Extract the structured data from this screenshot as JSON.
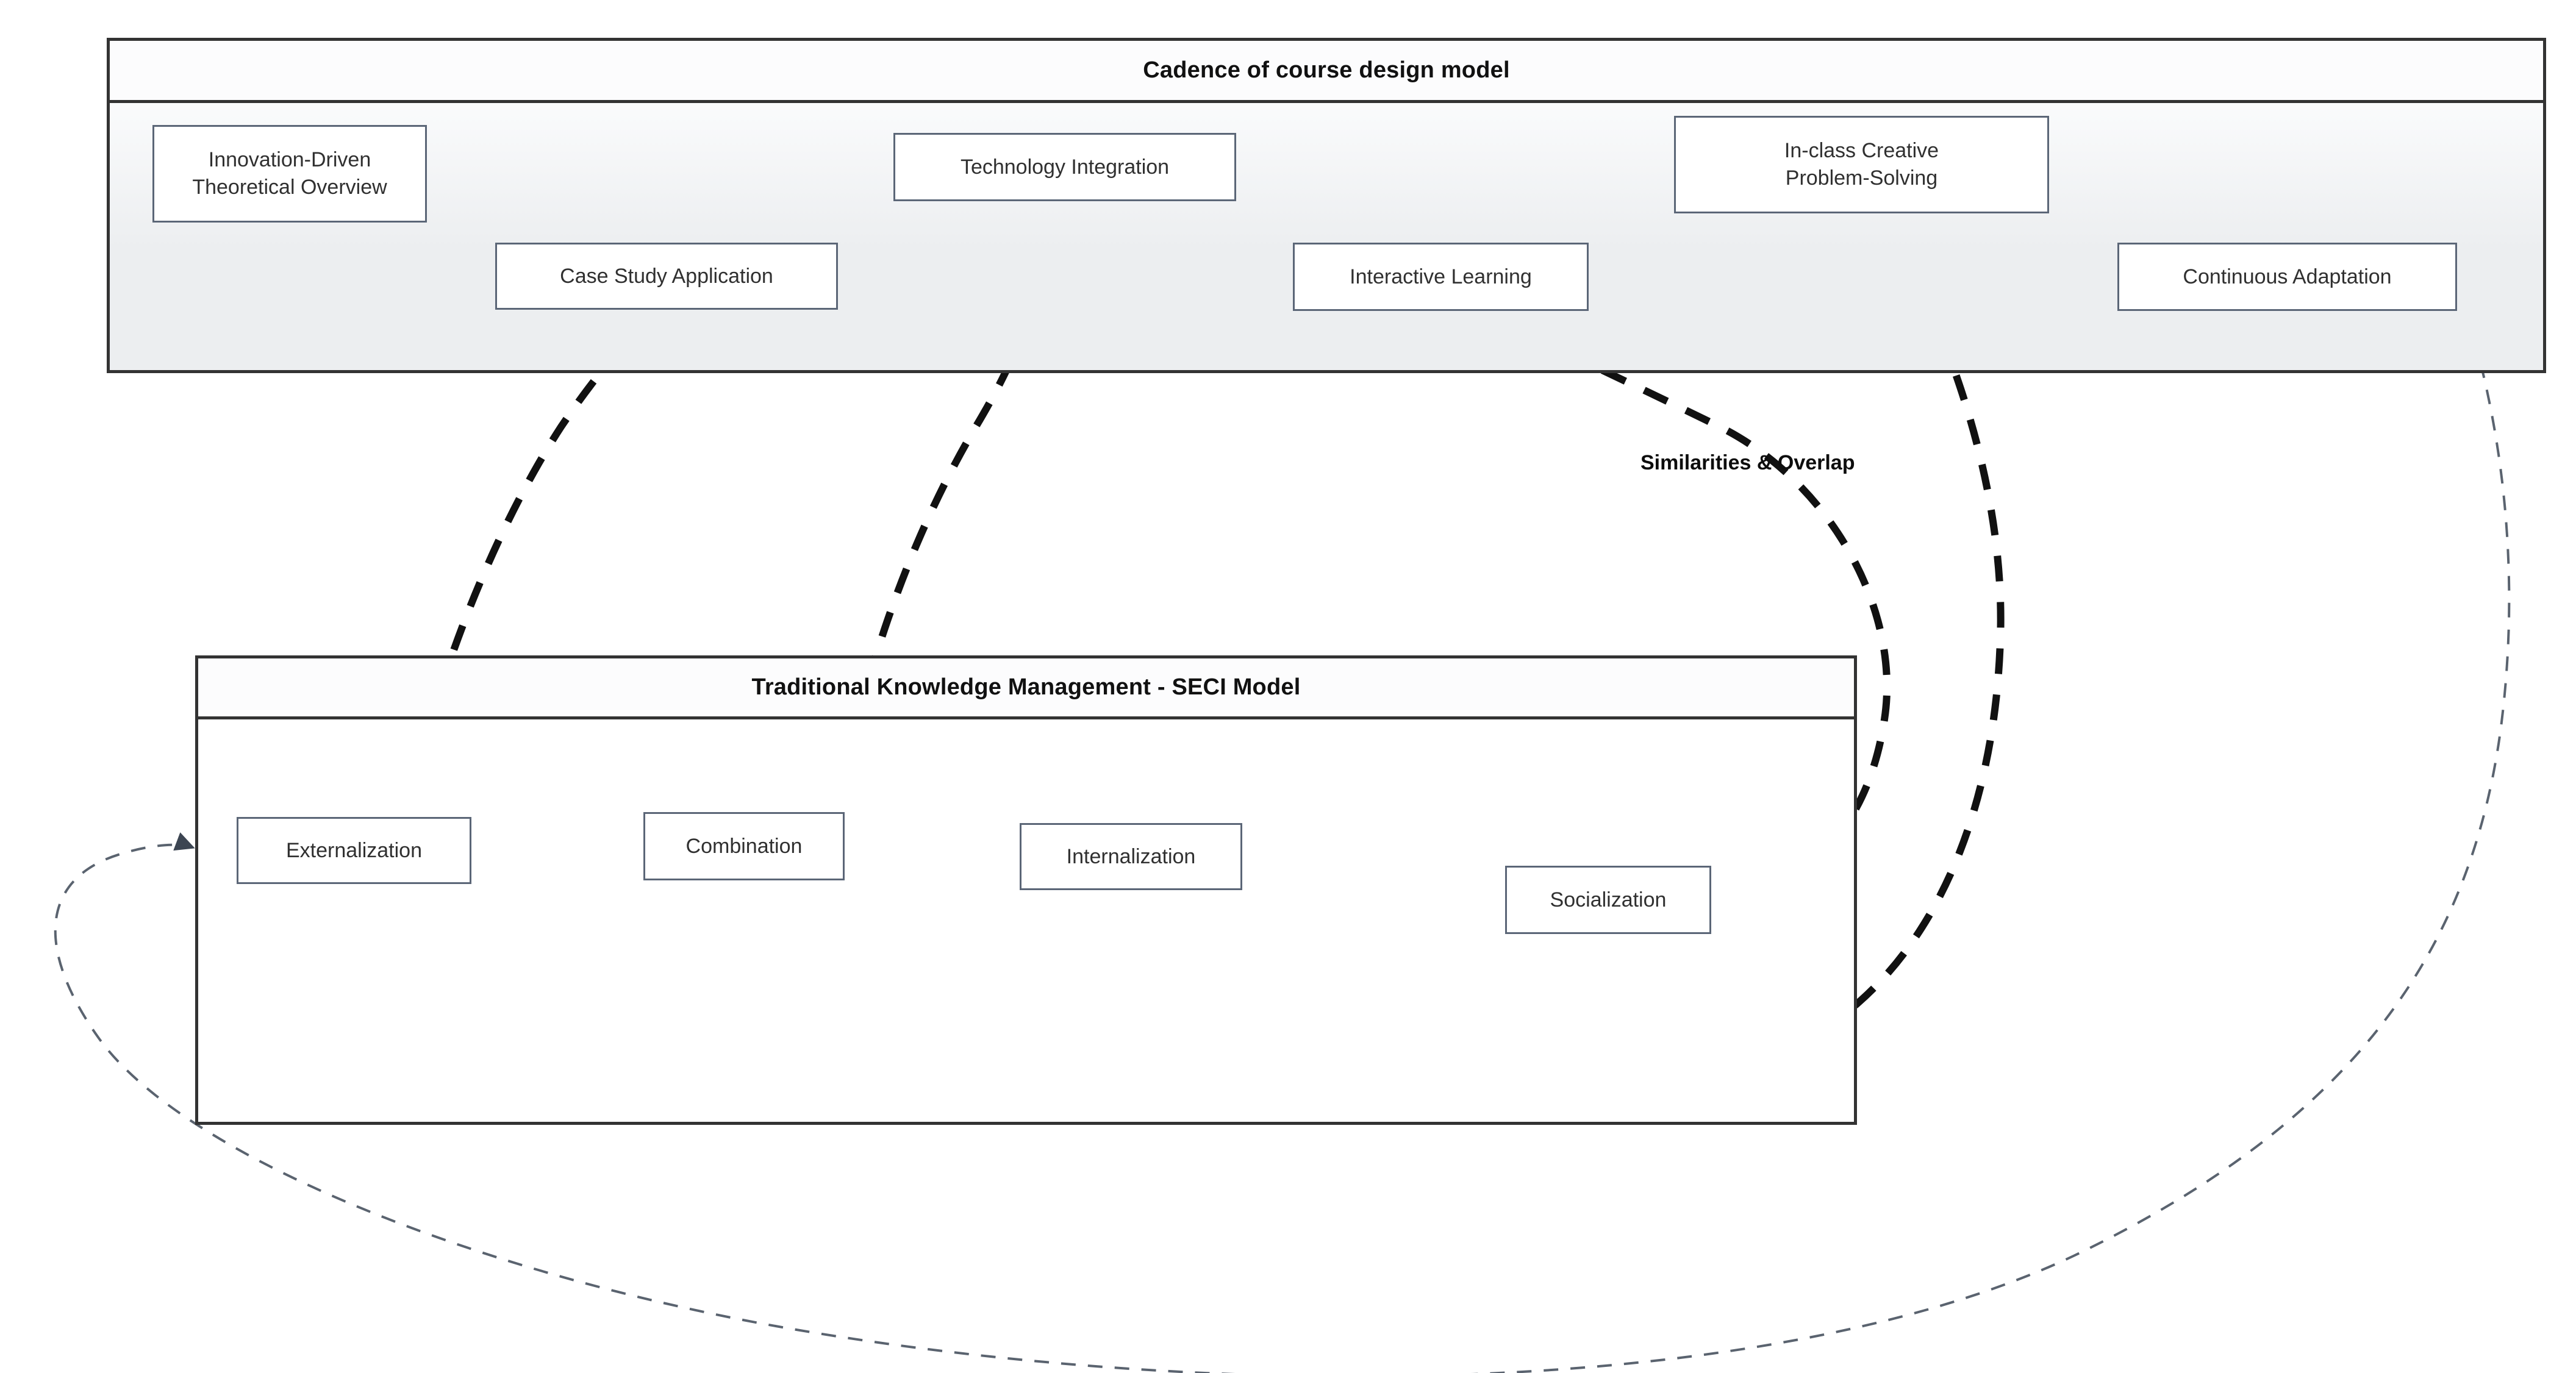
{
  "diagram": {
    "background_color": "#ffffff",
    "panel_border_color": "#333333",
    "node_border_color": "#5b6677",
    "seci_flow_color": "#fa6a60",
    "cross_link_color": "#111111",
    "outer_loop_color": "#555f6b"
  },
  "panels": [
    {
      "id": "cadence",
      "title": "Cadence of course design model",
      "nodes": [
        {
          "id": "innovation",
          "label": "Innovation-Driven\nTheoretical Overview"
        },
        {
          "id": "casestudy",
          "label": "Case Study Application"
        },
        {
          "id": "technology",
          "label": "Technology Integration"
        },
        {
          "id": "interactive",
          "label": "Interactive Learning"
        },
        {
          "id": "inclass",
          "label": "In-class Creative\nProblem-Solving"
        },
        {
          "id": "continuous",
          "label": "Continuous Adaptation"
        }
      ]
    },
    {
      "id": "seci",
      "title": "Traditional Knowledge Management - SECI Model",
      "nodes": [
        {
          "id": "externalization",
          "label": "Externalization"
        },
        {
          "id": "combination",
          "label": "Combination"
        },
        {
          "id": "internalization",
          "label": "Internalization"
        },
        {
          "id": "socialization",
          "label": "Socialization"
        }
      ]
    }
  ],
  "labels": {
    "similarities": "Similarities & Overlap"
  }
}
